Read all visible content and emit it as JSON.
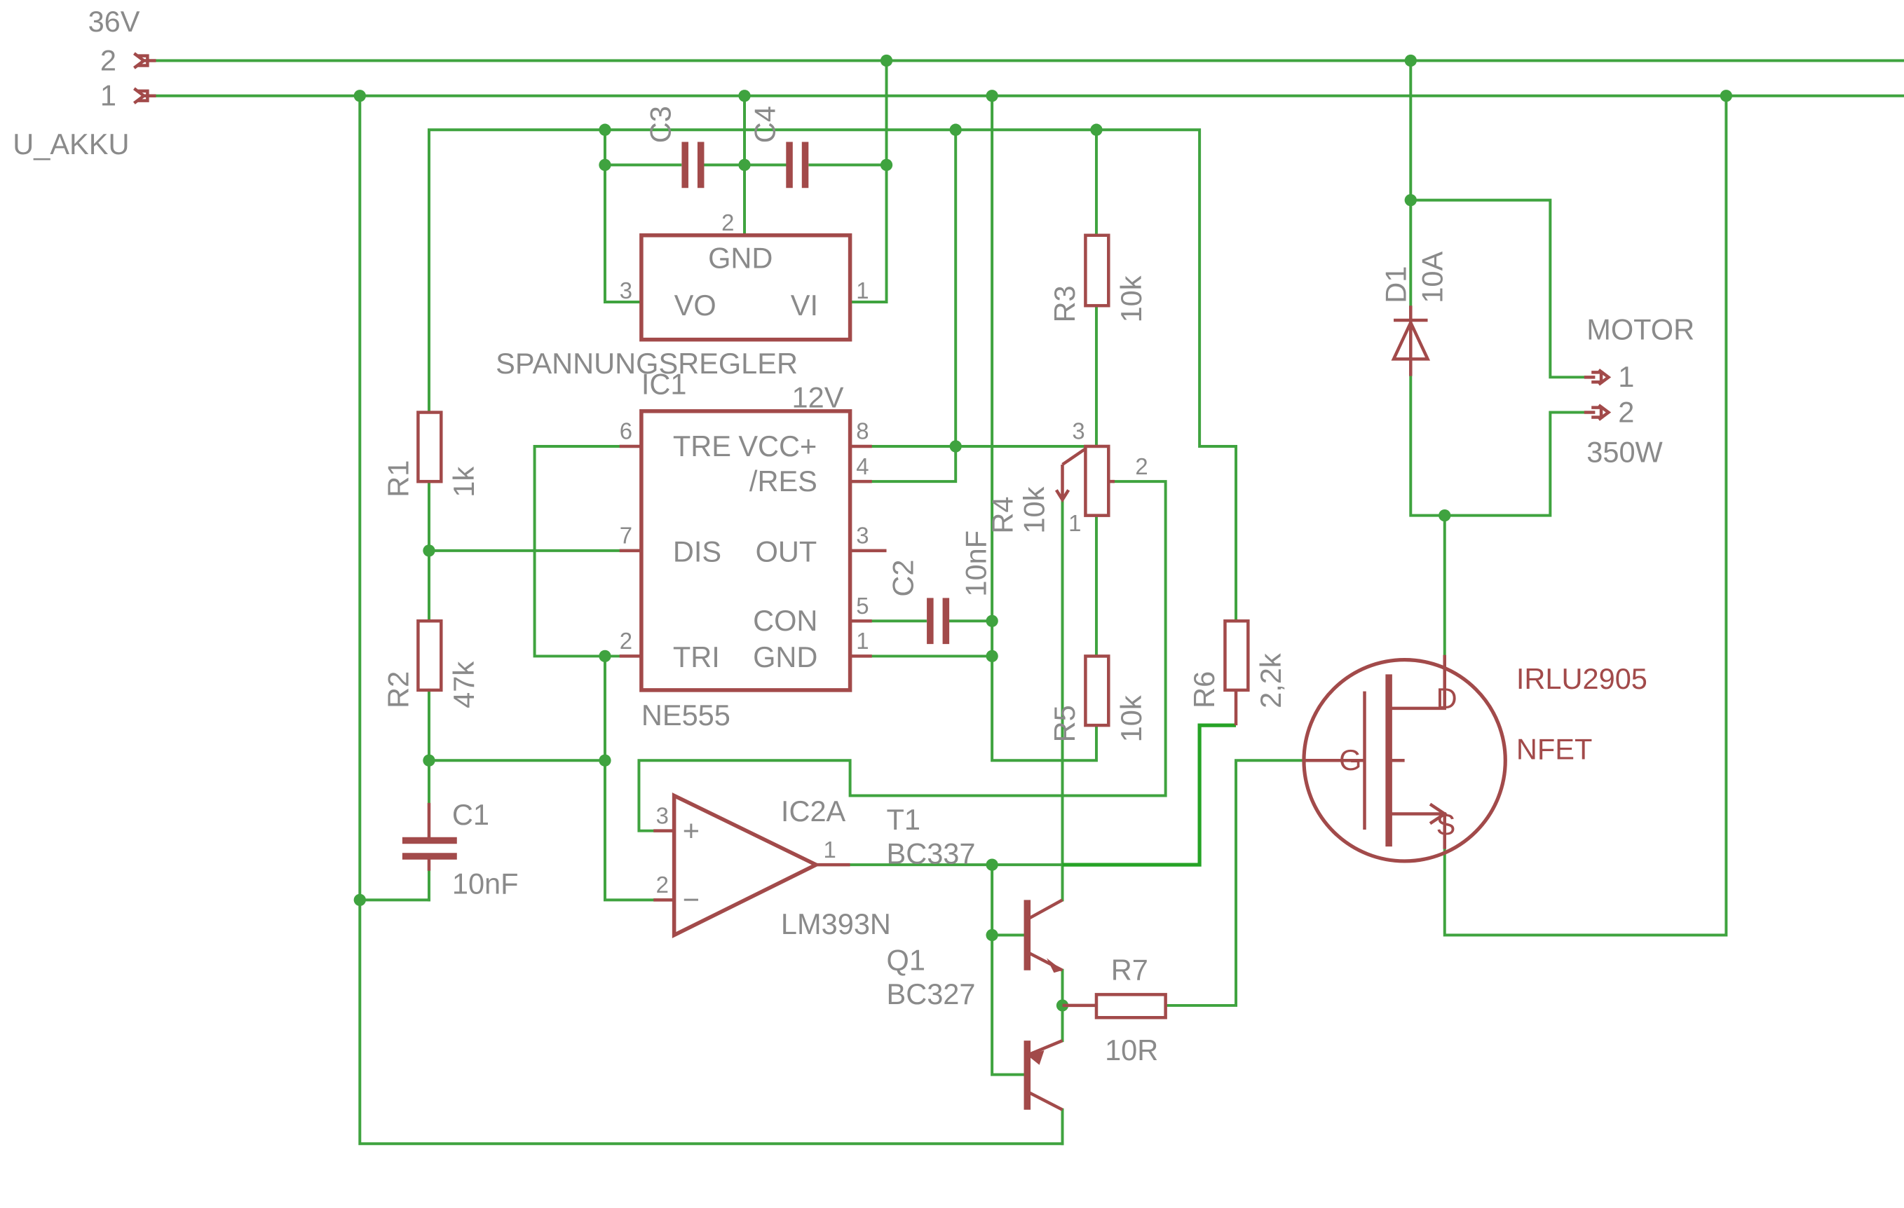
{
  "supply": {
    "voltage": "36V",
    "battery": "U_AKKU",
    "pin_2": "2",
    "pin_1": "1"
  },
  "regulator": {
    "name": "SPANNUNGSREGLER",
    "value": "12V",
    "gnd": "GND",
    "vo": "VO",
    "vi": "VI",
    "pin_gnd": "2",
    "pin_vo": "3",
    "pin_vi": "1"
  },
  "caps": {
    "c3": "C3",
    "c4": "C4",
    "c1": "C1",
    "c1_value": "10nF",
    "c2": "C2",
    "c2_value": "10nF"
  },
  "timer": {
    "name": "IC1",
    "value": "NE555",
    "tre": "TRE",
    "vcc": "VCC+",
    "res": "/RES",
    "dis": "DIS",
    "out": "OUT",
    "con": "CON",
    "tri": "TRI",
    "gnd": "GND",
    "p6": "6",
    "p8": "8",
    "p4": "4",
    "p7": "7",
    "p3": "3",
    "p5": "5",
    "p2": "2",
    "p1": "1"
  },
  "resistors": {
    "r1": "R1",
    "r1_value": "1k",
    "r2": "R2",
    "r2_value": "47k",
    "r3": "R3",
    "r3_value": "10k",
    "r4": "R4",
    "r4_value": "10k",
    "r4_p3": "3",
    "r4_p2": "2",
    "r4_p1": "1",
    "r5": "R5",
    "r5_value": "10k",
    "r6": "R6",
    "r6_value": "2,2k",
    "r7": "R7",
    "r7_value": "10R"
  },
  "comparator": {
    "name": "IC2A",
    "value": "LM393N",
    "p3": "3",
    "p2": "2",
    "p1": "1",
    "plus": "+",
    "minus": "−"
  },
  "transistors": {
    "t1": "T1",
    "t1_value": "BC337",
    "q1": "Q1",
    "q1_value": "BC327"
  },
  "diode": {
    "name": "D1",
    "value": "10A"
  },
  "motor": {
    "name": "MOTOR",
    "pin_1": "1",
    "pin_2": "2",
    "power": "350W"
  },
  "mosfet": {
    "part": "IRLU2905",
    "type": "NFET",
    "d": "D",
    "g": "G",
    "s": "S"
  },
  "colors": {
    "wire": "#3fa33f",
    "symbol": "#a24a4a",
    "label": "#8a8a8a",
    "background": "#ffffff"
  }
}
